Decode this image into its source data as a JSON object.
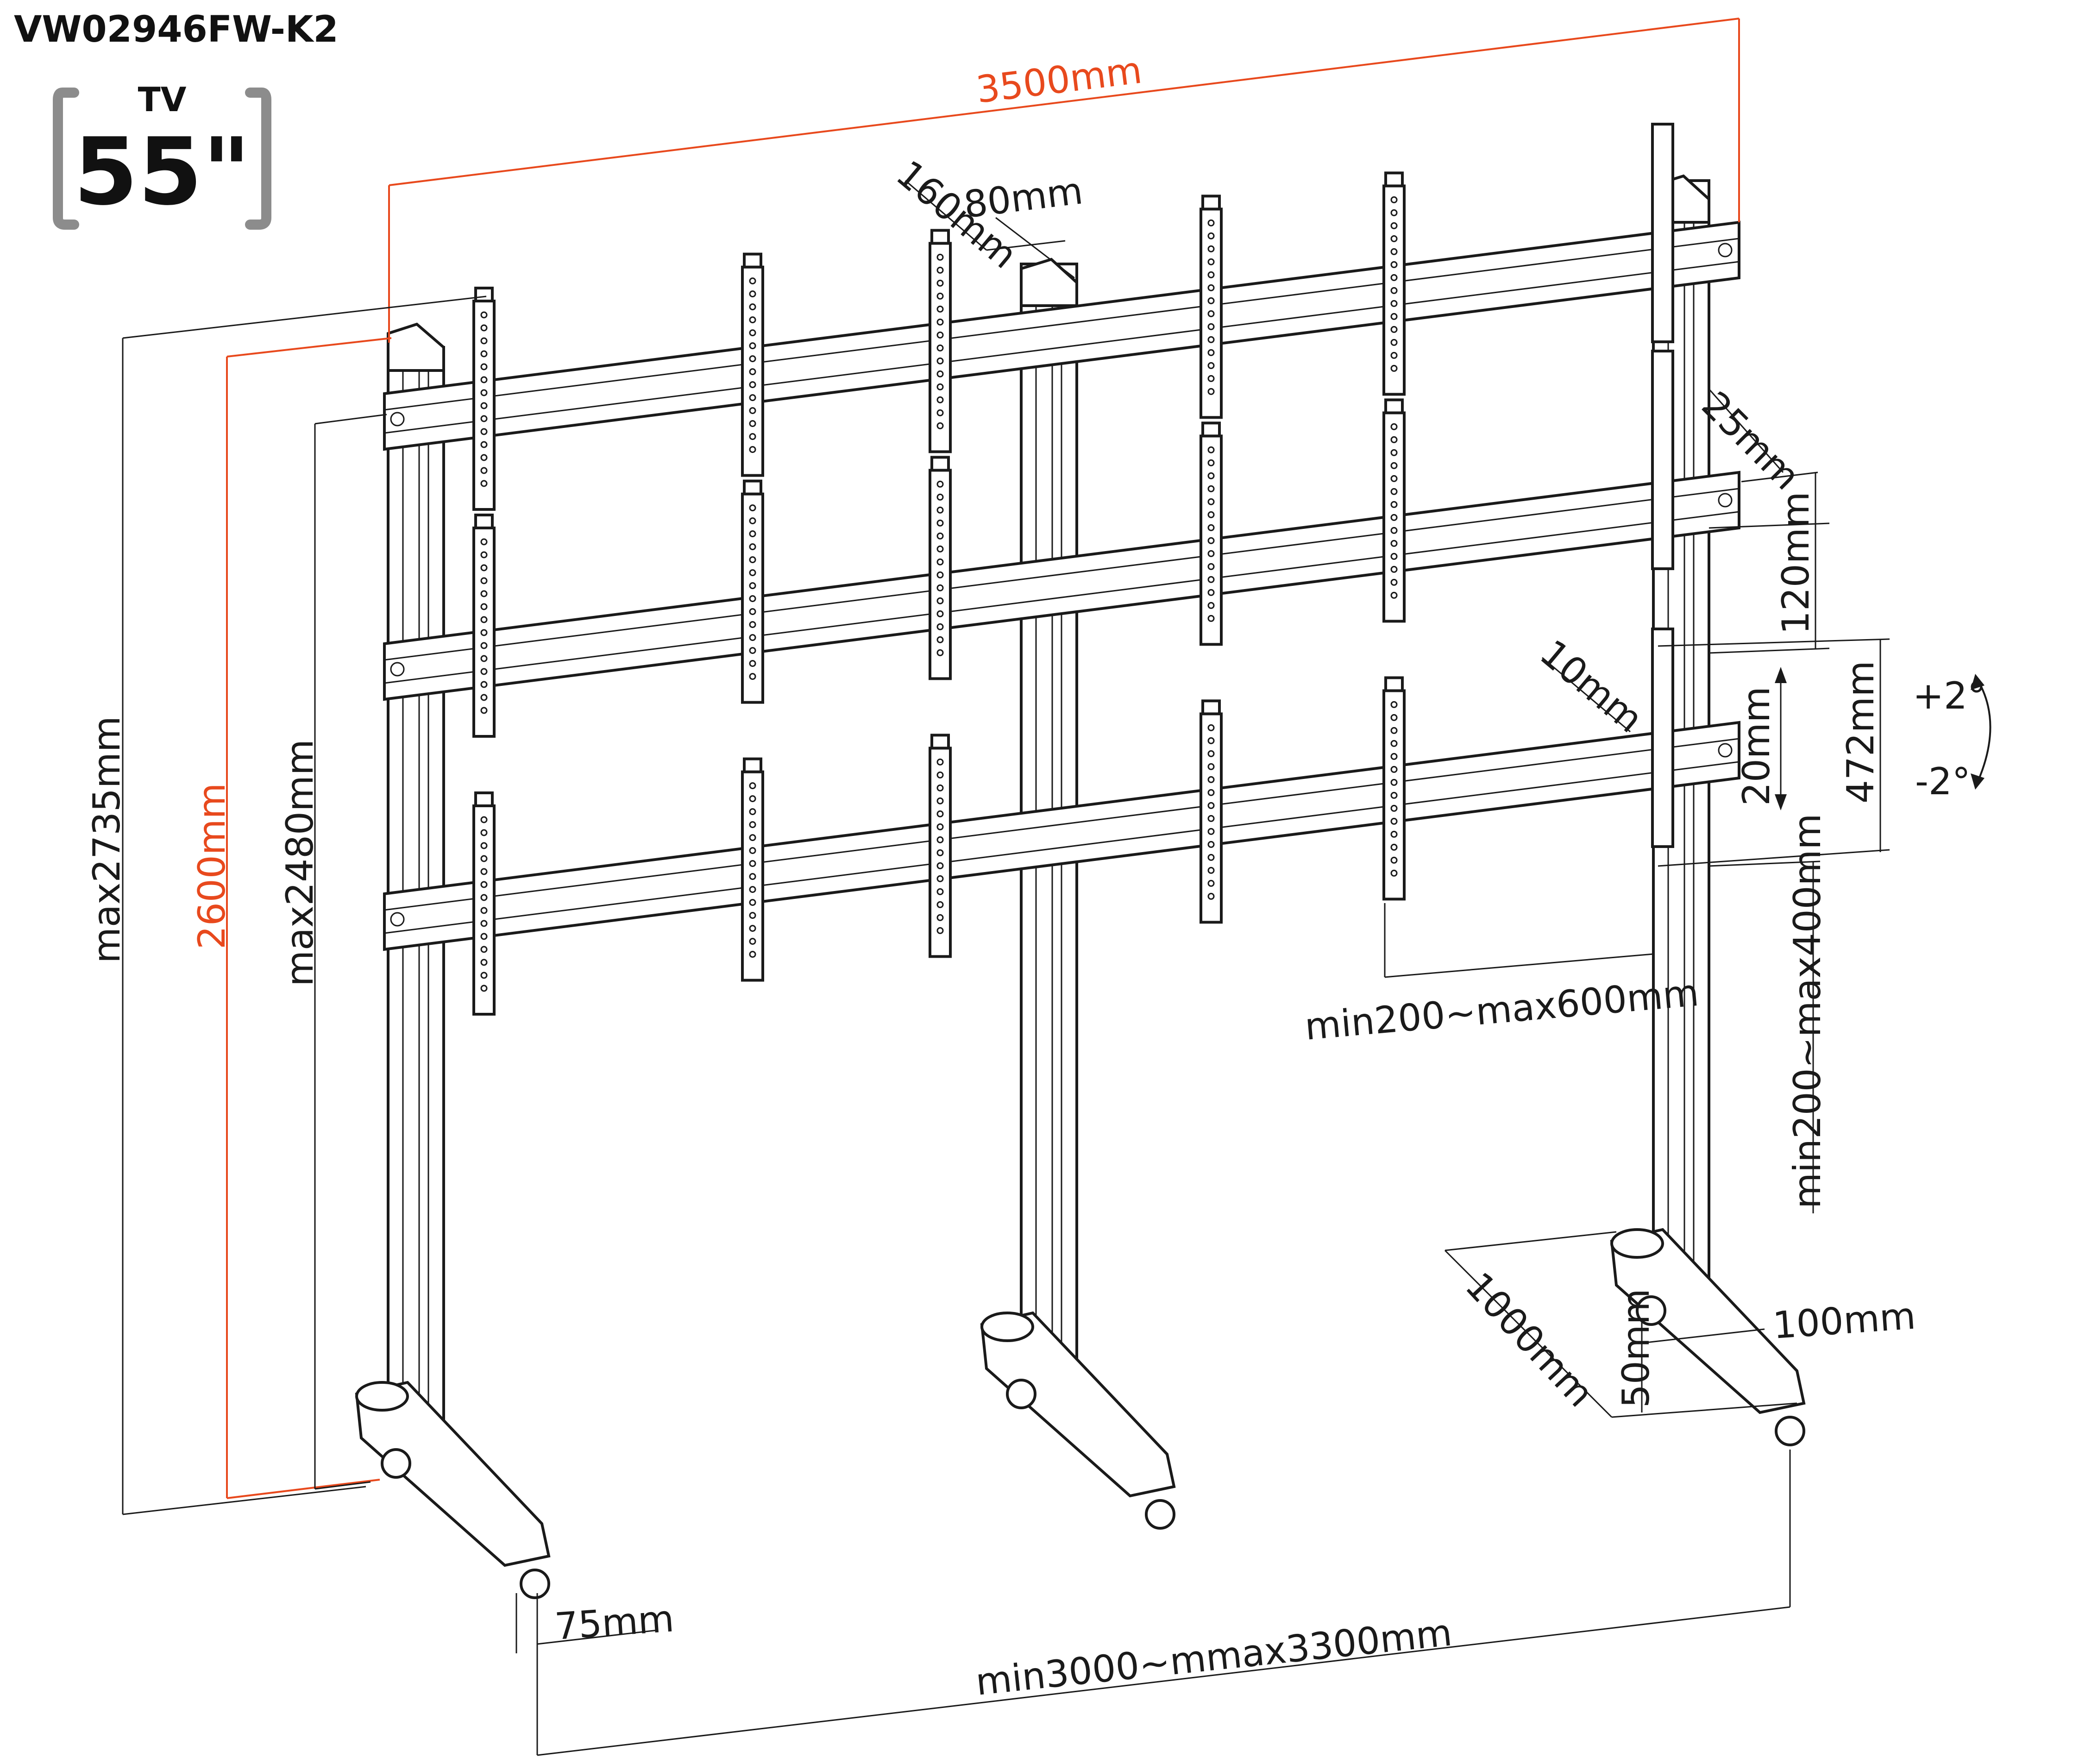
{
  "header": {
    "model_code": "VW02946FW-K2",
    "badge_label": "TV",
    "badge_value": "55\""
  },
  "colors": {
    "accent": "#e8491d",
    "line": "#1a1a1a",
    "badge_bracket": "#8c8c8c"
  },
  "dimensions": {
    "overall_width": "3500mm",
    "plate_spacing": "160mm",
    "plate_width": "80mm",
    "rail_depth": "25mm",
    "row_gap": "120mm",
    "offset": "10mm",
    "tilt_up": "+2°",
    "tilt_down": "-2°",
    "micro_adjust": "20mm",
    "plate_height": "472mm",
    "bracket_spacing": "min200~max600mm",
    "height_adjust": "min200~max400mm",
    "max_height": "max2735mm",
    "overall_height": "2600mm",
    "mount_height": "max2480mm",
    "base_depth": "1000mm",
    "foot_width": "100mm",
    "foot_height": "50mm",
    "wheel_offset": "75mm",
    "base_width": "min3000~mmax3300mm"
  }
}
